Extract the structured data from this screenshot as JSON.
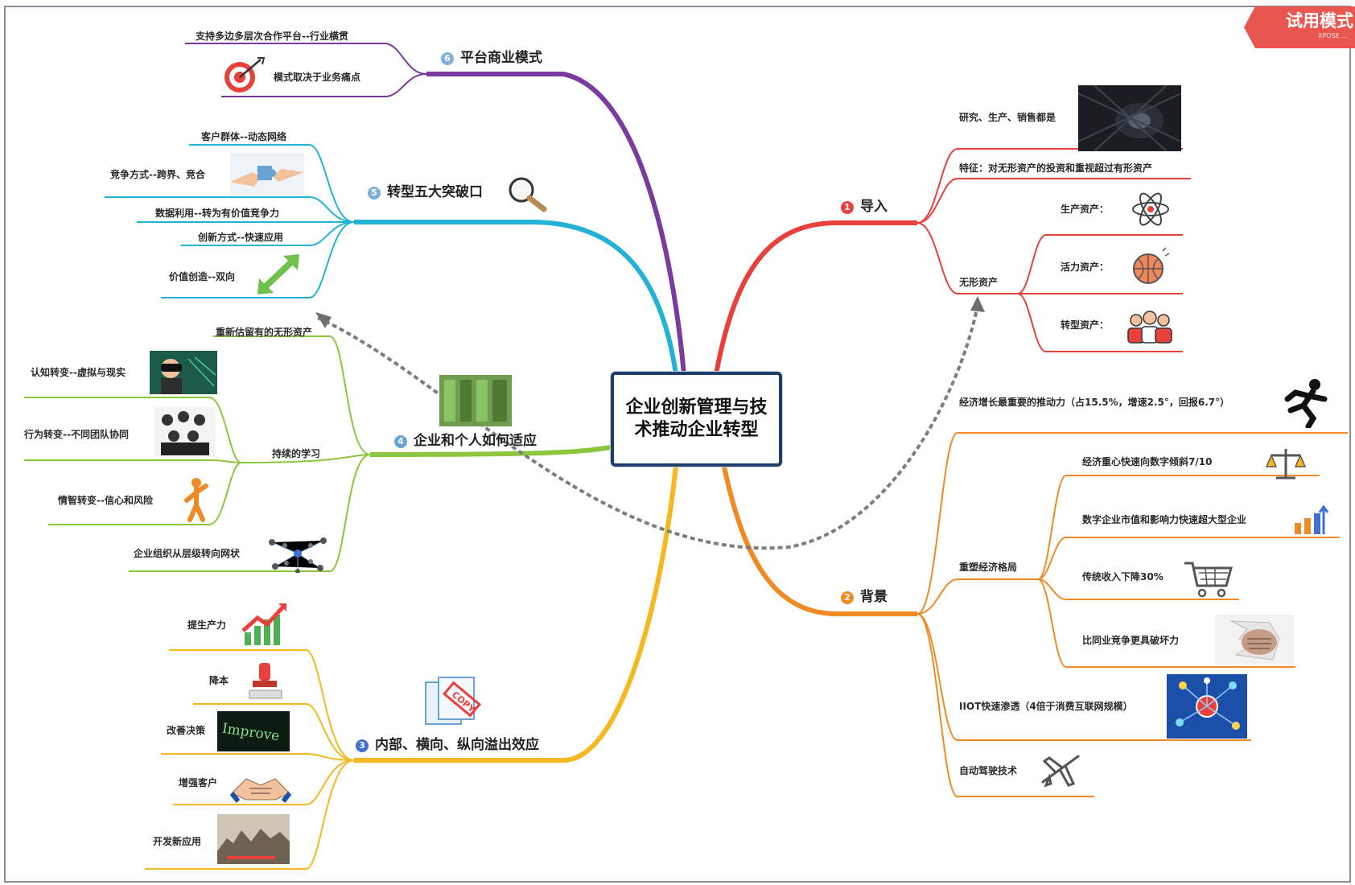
{
  "watermark": {
    "text": "试用模式",
    "subtext": "XPOSE ..."
  },
  "central": {
    "title": "企业创新管理与技术推动企业转型"
  },
  "branches": {
    "b1": {
      "num": "1",
      "label": "导入",
      "color": "#e8403a"
    },
    "b2": {
      "num": "2",
      "label": "背景",
      "color": "#f08a24"
    },
    "b3": {
      "num": "3",
      "label": "内部、横向、纵向溢出效应",
      "color": "#f5b821"
    },
    "b4": {
      "num": "4",
      "label": "企业和个人如何适应",
      "color": "#8cc63e"
    },
    "b5": {
      "num": "5",
      "label": "转型五大突破口",
      "color": "#22b2d6"
    },
    "b6": {
      "num": "6",
      "label": "平台商业模式",
      "color": "#7b3aa0"
    }
  },
  "leaves": {
    "b1": {
      "rd": "研究、生产、销售都是",
      "feature": "特征：对无形资产的投资和重视超过有形资产",
      "intangible": "无形资产",
      "production": "生产资产：",
      "vitality": "活力资产：",
      "transform": "转型资产："
    },
    "b2": {
      "growth": "经济增长最重要的推动力（占15.5%，增速2.5°，回报6.7°）",
      "reshape": "重塑经济格局",
      "center": "经济重心快速向数字倾斜7/10",
      "digital": "数字企业市值和影响力快速超大型企业",
      "income": "传统收入下降30%",
      "compete": "比同业竞争更具破坏力",
      "iiot": "IIOT快速渗透（4倍于消费互联网规模）",
      "auto": "自动驾驶技术"
    },
    "b3": {
      "productivity": "提生产力",
      "cost": "降本",
      "decision": "改善决策",
      "customer": "增强客户",
      "newapp": "开发新应用"
    },
    "b4": {
      "reassess": "重新估留有的无形资产",
      "cognition": "认知转变--虚拟与现实",
      "behavior": "行为转变--不同团队协同",
      "emotion": "情智转变--信心和风险",
      "learning": "持续的学习",
      "org": "企业组织从层级转向网状"
    },
    "b5": {
      "customer": "客户群体--动态网络",
      "compete": "竞争方式--跨界、竞合",
      "data": "数据利用--转为有价值竞争力",
      "innovate": "创新方式--快速应用",
      "value": "价值创造--双向"
    },
    "b6": {
      "multi": "支持多边多层次合作平台--行业横贯",
      "painpoint": "模式取决于业务痛点"
    }
  },
  "icons": {
    "b1_rd": "dark-tunnel-image",
    "b1_production": "atom-icon",
    "b1_vitality": "basketball-icon",
    "b1_transform": "people-group-icon",
    "b2_growth": "runner-silhouette-icon",
    "b2_center": "balance-scale-icon",
    "b2_digital": "bar-chart-up-icon",
    "b2_income": "shopping-cart-icon",
    "b2_compete": "fist-breaking-paper-image",
    "b2_iiot": "iot-network-image",
    "b2_auto": "airplane-icon",
    "b3_branch": "copy-stamp-icon",
    "b3_productivity": "growth-chart-arrow-icon",
    "b3_cost": "red-stamp-icon",
    "b3_decision": "improve-text-image",
    "b3_customer": "handshake-image",
    "b3_newapp": "city-ruins-image",
    "b4_branch": "building-facade-image",
    "b4_cognition": "vr-headset-image",
    "b4_behavior": "team-group-image",
    "b4_emotion": "orange-figure-icon",
    "b4_org": "network-crowd-image",
    "b5_branch": "magnifier-icon",
    "b5_compete": "puzzle-hands-image",
    "b5_value": "green-bidirectional-arrow-icon",
    "b6_painpoint": "target-dart-icon"
  }
}
